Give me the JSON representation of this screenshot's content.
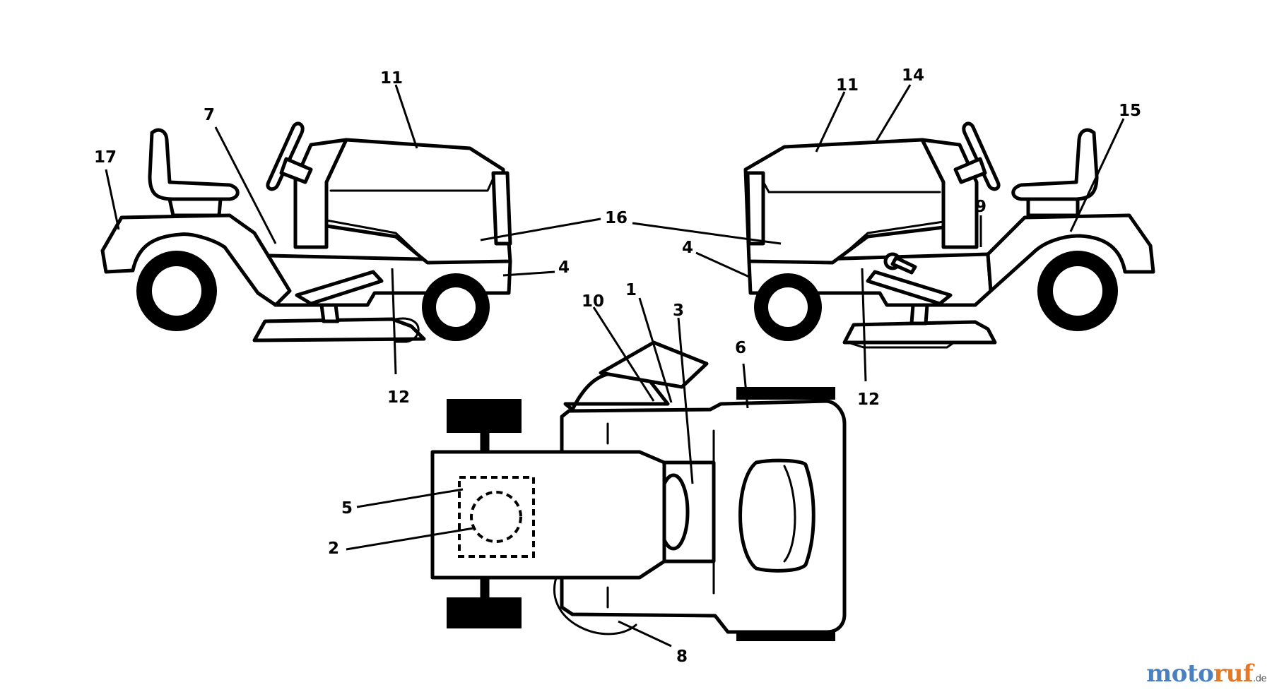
{
  "diagram": {
    "callouts": {
      "left_17": "17",
      "left_7": "7",
      "left_11": "11",
      "left_16": "16",
      "left_4": "4",
      "left_12": "12",
      "right_11": "11",
      "right_14": "14",
      "right_15": "15",
      "right_9": "9",
      "right_4": "4",
      "right_12": "12",
      "top_10": "10",
      "top_1": "1",
      "top_3": "3",
      "top_6": "6",
      "top_5": "5",
      "top_2": "2",
      "top_8": "8"
    }
  },
  "watermark": {
    "part_a": "moto",
    "part_b": "ruf",
    "tld": ".de"
  },
  "colors": {
    "line": "#000000",
    "background": "#ffffff",
    "watermark_blue": "#4a7fc0",
    "watermark_orange": "#e07a2a"
  }
}
